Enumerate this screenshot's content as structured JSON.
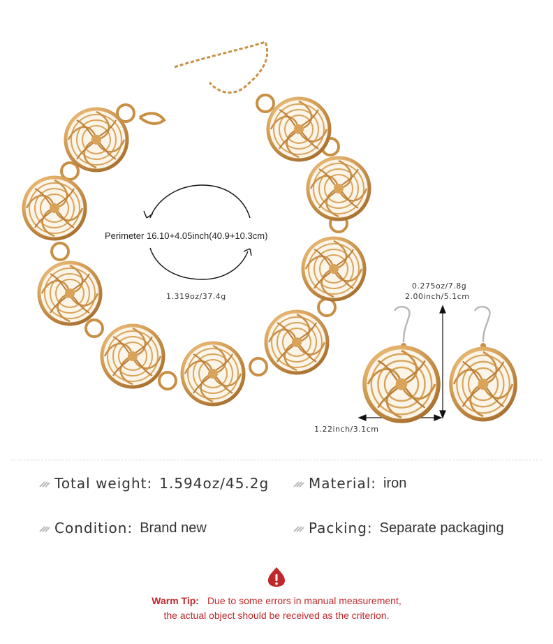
{
  "necklace": {
    "perimeter": "Perimeter 16.10+4.05inch(40.9+10.3cm)",
    "weight": "1.319oz/37.4g"
  },
  "earrings": {
    "weight": "0.275oz/7.8g",
    "height": "2.00inch/5.1cm",
    "width": "1.22inch/3.1cm"
  },
  "specs": {
    "total_weight_key": "Total weight:",
    "total_weight_val": "1.594oz/45.2g",
    "material_key": "Material:",
    "material_val": "iron",
    "condition_key": "Condition:",
    "condition_val": "Brand new",
    "packing_key": "Packing:",
    "packing_val": "Separate packaging"
  },
  "warm_tip": {
    "label": "Warm Tip:",
    "line1": "Due to some errors in manual measurement,",
    "line2": "the actual object should be received as the criterion.",
    "icon": "exclamation-drop-icon"
  },
  "colors": {
    "gold": "#d9a45a",
    "gold_dark": "#a8702e",
    "tip_red": "#c0282b"
  }
}
